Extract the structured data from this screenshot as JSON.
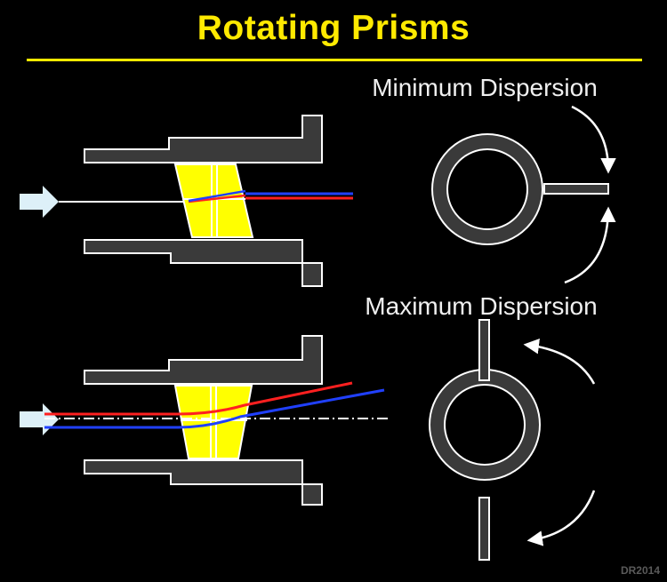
{
  "title": "Rotating Prisms",
  "labels": {
    "minimum": "Minimum Dispersion",
    "maximum": "Maximum Dispersion",
    "credit": "DR2014"
  },
  "colors": {
    "title": "#ffea00",
    "prism": "#ffff00",
    "housing_fill": "#3a3a3a",
    "outline": "#ffffff",
    "red_ray": "#ff2020",
    "blue_ray": "#2040ff",
    "arrow": "#ddf0f8",
    "background": "#000000"
  },
  "icons": {
    "input_arrow": "light-entry-arrow-icon",
    "rotation_arrow": "curved-rotation-arrow-icon"
  }
}
